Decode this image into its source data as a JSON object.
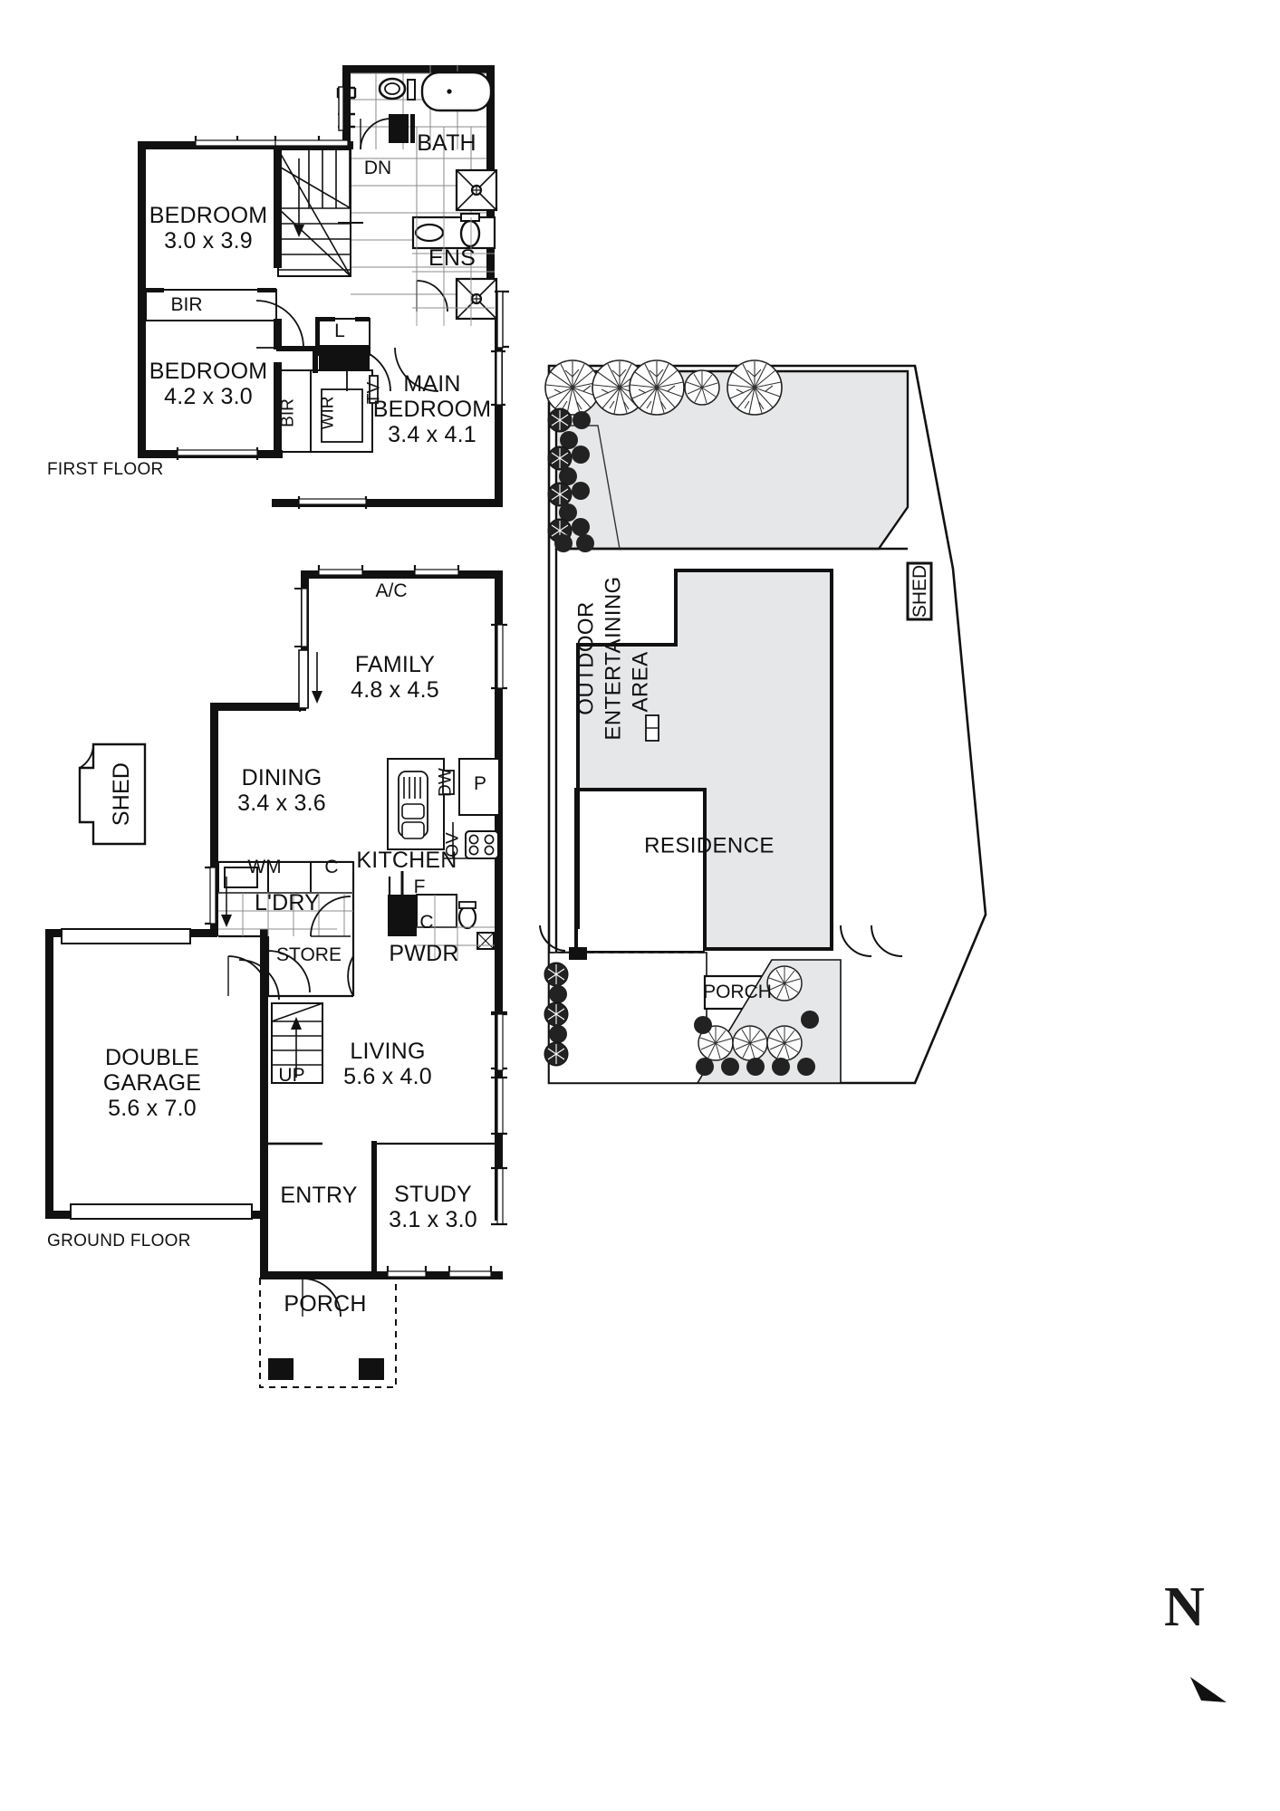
{
  "meta": {
    "doc_type": "real-estate-floorplan",
    "bg": "#ffffff",
    "ink": "#1a1a1a",
    "fill_grey": "#e6e7e8"
  },
  "floors": [
    {
      "id": "first",
      "label": "FIRST FLOOR"
    },
    {
      "id": "ground",
      "label": "GROUND FLOOR"
    }
  ],
  "first_floor": {
    "rooms": [
      {
        "name": "BEDROOM",
        "dim": "3.0 x 3.9"
      },
      {
        "name": "BEDROOM",
        "dim": "4.2 x 3.0"
      },
      {
        "name": "MAIN BEDROOM",
        "dim": "3.4 x 4.1",
        "line1": "MAIN",
        "line2": "BEDROOM",
        "line3": "3.4 x 4.1"
      },
      {
        "name": "BATH",
        "dim": ""
      },
      {
        "name": "ENS",
        "dim": ""
      }
    ],
    "annotations": [
      {
        "text": "DN",
        "kind": "stair-direction"
      },
      {
        "text": "BIR",
        "kind": "built-in-robe"
      },
      {
        "text": "BIR",
        "kind": "built-in-robe"
      },
      {
        "text": "WIR",
        "kind": "walk-in-robe"
      },
      {
        "text": "L",
        "kind": "linen"
      },
      {
        "text": "TV",
        "kind": "tv-point"
      }
    ]
  },
  "ground_floor": {
    "rooms": [
      {
        "name": "FAMILY",
        "dim": "4.8 x 4.5"
      },
      {
        "name": "DINING",
        "dim": "3.4 x 3.6"
      },
      {
        "name": "KITCHEN",
        "dim": ""
      },
      {
        "name": "L'DRY",
        "dim": ""
      },
      {
        "name": "PWDR",
        "dim": ""
      },
      {
        "name": "LIVING",
        "dim": "5.6 x 4.0"
      },
      {
        "name": "STUDY",
        "dim": "3.1 x 3.0"
      },
      {
        "name": "ENTRY",
        "dim": ""
      },
      {
        "name": "DOUBLE GARAGE",
        "dim": "5.6 x 7.0",
        "line1": "DOUBLE",
        "line2": "GARAGE",
        "line3": "5.6 x 7.0"
      },
      {
        "name": "PORCH",
        "dim": ""
      },
      {
        "name": "STORE",
        "dim": ""
      },
      {
        "name": "SHED",
        "dim": ""
      }
    ],
    "annotations": [
      {
        "text": "A/C",
        "kind": "air-conditioner"
      },
      {
        "text": "UP",
        "kind": "stair-direction"
      },
      {
        "text": "WM",
        "kind": "washing-machine"
      },
      {
        "text": "C",
        "kind": "cupboard"
      },
      {
        "text": "C",
        "kind": "cupboard"
      },
      {
        "text": "F",
        "kind": "fridge"
      },
      {
        "text": "DW",
        "kind": "dishwasher"
      },
      {
        "text": "OV",
        "kind": "oven"
      },
      {
        "text": "P",
        "kind": "pantry"
      }
    ]
  },
  "site_plan": {
    "labels": [
      {
        "text": "RESIDENCE",
        "kind": "residence"
      },
      {
        "text": "OUTDOOR",
        "kind": "outdoor-entertaining-line1"
      },
      {
        "text": "ENTERTAINING",
        "kind": "outdoor-entertaining-line2"
      },
      {
        "text": "AREA",
        "kind": "outdoor-entertaining-line3"
      },
      {
        "text": "PORCH",
        "kind": "porch"
      },
      {
        "text": "SHED",
        "kind": "shed"
      }
    ]
  },
  "compass": {
    "letter": "N",
    "label": "north-indicator"
  }
}
